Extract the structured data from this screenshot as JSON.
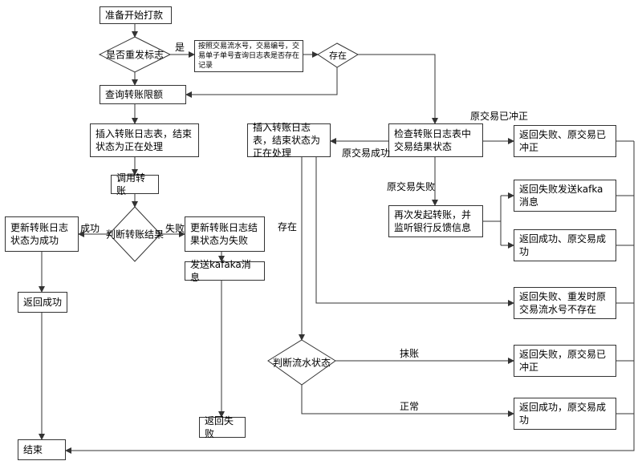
{
  "nodes": {
    "start": "准备开始打款",
    "resend_flag": "是否重发标志",
    "query_log_small": "按照交易流水号，交易编号，交易单子单号查询日志表是否存在记录",
    "exist_decision": "存在",
    "query_limit": "查询转账限额",
    "insert_log_left": "插入转账日志表，结束状态为正在处理",
    "call_transfer": "调用转账",
    "judge_result": "判断转账结果",
    "update_success": "更新转账日志状态为成功",
    "update_failed": "更新转账日志结果状态为失败",
    "send_kafka_left": "发送kafaka消息",
    "return_success_left": "返回成功",
    "return_failed_left": "返回失败",
    "end": "结束",
    "insert_log_mid": "插入转账日志表，结束状态为正在处理",
    "check_log": "检查转账日志表中交易结果状态",
    "retry_transfer": "再次发起转账，并监听银行反馈信息",
    "judge_flow": "判断流水状态",
    "ret_fail_reversed_1": "返回失败、原交易已冲正",
    "ret_fail_kafka": "返回失败发送kafka消息",
    "ret_success_orig": "返回成功、原交易成功",
    "ret_fail_not_exist": "返回失败、重发时原交易流水号不存在",
    "ret_fail_reversed_2": "返回失败，原交易已冲正",
    "ret_success_orig_2": "返回成功，原交易成功"
  },
  "edge_labels": {
    "yes": "是",
    "success": "成功",
    "fail": "失败",
    "orig_reversed": "原交易已冲正",
    "orig_success": "原交易成功",
    "orig_fail": "原交易失败",
    "exist": "存在",
    "reversed": "抹账",
    "normal": "正常"
  }
}
